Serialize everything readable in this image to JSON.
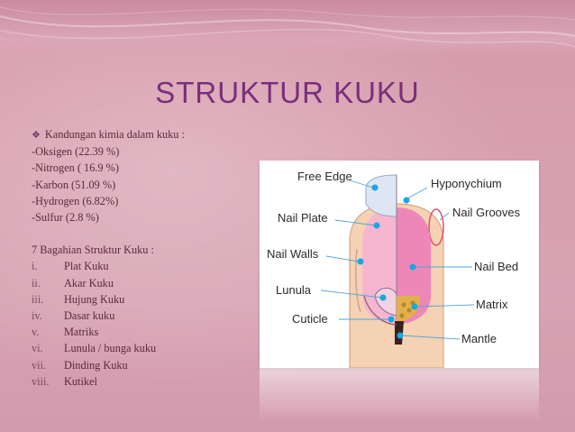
{
  "title": "STRUKTUR KUKU",
  "chemical": {
    "heading": "Kandungan kimia dalam kuku :",
    "items": [
      "-Oksigen (22.39 %)",
      "-Nitrogen ( 16.9 %)",
      "-Karbon (51.09 %)",
      "-Hydrogen (6.82%)",
      "-Sulfur (2.8 %)"
    ]
  },
  "structure": {
    "heading": "7 Bagahian Struktur Kuku :",
    "items": [
      {
        "num": "i.",
        "label": "Plat Kuku"
      },
      {
        "num": "ii.",
        "label": "Akar Kuku"
      },
      {
        "num": "iii.",
        "label": "Hujung Kuku"
      },
      {
        "num": "iv.",
        "label": "Dasar kuku"
      },
      {
        "num": "v.",
        "label": "Matriks"
      },
      {
        "num": "vi.",
        "label": "Lunula / bunga kuku"
      },
      {
        "num": "vii.",
        "label": "Dinding Kuku"
      },
      {
        "num": "viii.",
        "label": "Kutikel"
      }
    ]
  },
  "diagram": {
    "labels": {
      "free_edge": "Free Edge",
      "hyponychium": "Hyponychium",
      "nail_plate": "Nail Plate",
      "nail_grooves": "Nail Grooves",
      "nail_walls": "Nail Walls",
      "nail_bed": "Nail Bed",
      "lunula": "Lunula",
      "matrix": "Matrix",
      "cuticle": "Cuticle",
      "mantle": "Mantle"
    }
  },
  "colors": {
    "title": "#7a2e7c",
    "text": "#5a2a3a",
    "skin": "#f5d2b4",
    "nail_pink": "#f08bbd",
    "marker": "#1aa7e0"
  }
}
